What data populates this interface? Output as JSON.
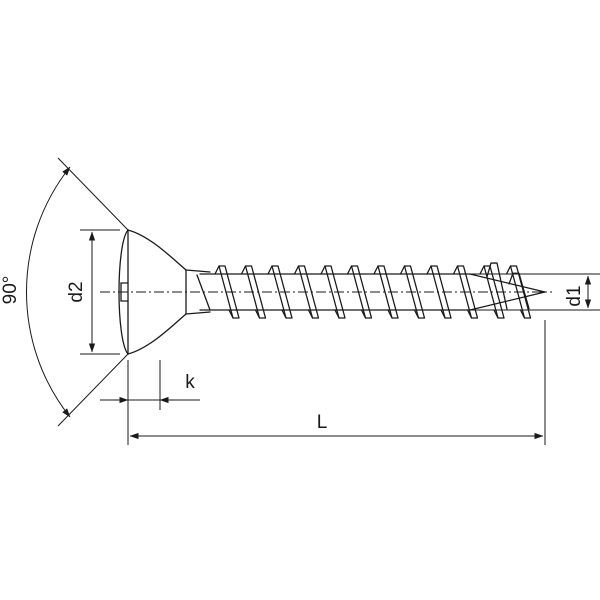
{
  "labels": {
    "angle": "90°",
    "d2": "d2",
    "d1": "d1",
    "k": "k",
    "L": "L"
  },
  "colors": {
    "line": "#1a1a1a",
    "background": "#ffffff"
  }
}
